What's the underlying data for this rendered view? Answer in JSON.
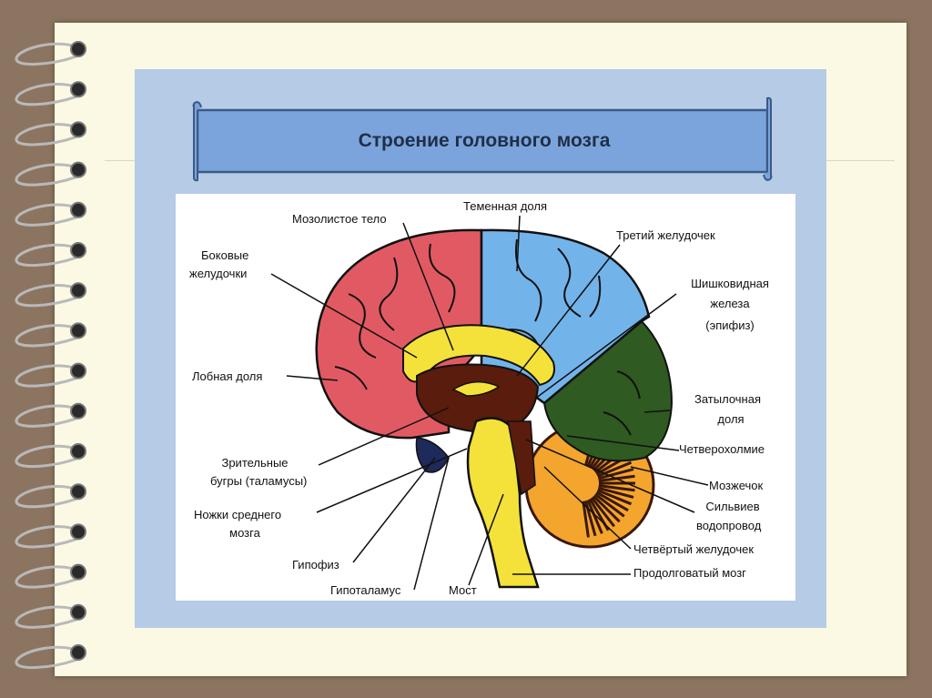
{
  "title": "Строение головного мозга",
  "colors": {
    "frame": "#8c7560",
    "paper": "#fbf9e3",
    "panel": "#b5cbe6",
    "banner": "#7ca4dc",
    "frontal_lobe": "#e15a63",
    "parietal_lobe": "#72b4ea",
    "occipital_lobe": "#2f5a21",
    "cerebellum": "#f4a52e",
    "brainstem": "#f4e23a",
    "inner_structures": "#5a1c0c"
  },
  "labels": {
    "mozolistoe": "Мозолистое тело",
    "temennaya": "Теменная доля",
    "treti": "Третий желудочек",
    "bokovye_1": "Боковые",
    "bokovye_2": "желудочки",
    "shishkovidnaya_1": "Шишковидная",
    "shishkovidnaya_2": "железа",
    "shishkovidnaya_3": "(эпифиз)",
    "lobnaya": "Лобная доля",
    "zatylochnaya_1": "Затылочная",
    "zatylochnaya_2": "доля",
    "chetverokholmie": "Четверохолмие",
    "zritelnye_1": "Зрительные",
    "zritelnye_2": "бугры (таламусы)",
    "mozzhechok": "Мозжечок",
    "nozhki_1": "Ножки среднего",
    "nozhki_2": "мозга",
    "silviev_1": "Сильвиев",
    "silviev_2": "водопровод",
    "chetverty": "Четвёртый желудочек",
    "gipofiz": "Гипофиз",
    "prodolgovaty": "Продолговатый мозг",
    "gipotalamus": "Гипоталамус",
    "most": "Мост"
  }
}
